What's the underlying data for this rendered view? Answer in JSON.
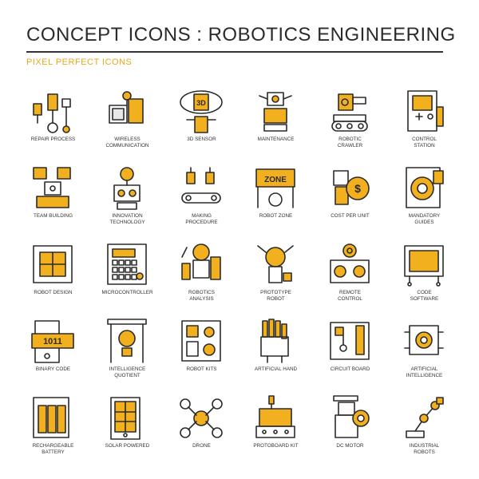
{
  "header": {
    "title": "CONCEPT ICONS : ROBOTICS ENGINEERING",
    "subtitle": "PIXEL PERFECT ICONS",
    "accent_color": "#f2b01e",
    "ink_color": "#2b2b2b"
  },
  "icons": [
    {
      "label": "REPAIR PROCESS",
      "icon": "repair-process-icon"
    },
    {
      "label": "WIRELESS\nCOMMUNICATION",
      "icon": "wireless-communication-icon"
    },
    {
      "label": "3D SENSOR",
      "icon": "3d-sensor-icon",
      "glyph": "3D"
    },
    {
      "label": "MAINTENANCE",
      "icon": "maintenance-icon"
    },
    {
      "label": "ROBOTIC\nCRAWLER",
      "icon": "robotic-crawler-icon"
    },
    {
      "label": "CONTROL\nSTATION",
      "icon": "control-station-icon"
    },
    {
      "label": "TEAM BUILDING",
      "icon": "team-building-icon"
    },
    {
      "label": "INNOVATION\nTECHNOLOGY",
      "icon": "innovation-technology-icon"
    },
    {
      "label": "MAKING\nPROCEDURE",
      "icon": "making-procedure-icon"
    },
    {
      "label": "ROBOT ZONE",
      "icon": "robot-zone-icon",
      "glyph": "ZONE"
    },
    {
      "label": "COST PER UNIT",
      "icon": "cost-per-unit-icon",
      "glyph": "$"
    },
    {
      "label": "MANDATORY\nGUIDES",
      "icon": "mandatory-guides-icon"
    },
    {
      "label": "ROBOT DESIGN",
      "icon": "robot-design-icon"
    },
    {
      "label": "MICROCONTROLLER",
      "icon": "microcontroller-icon"
    },
    {
      "label": "ROBOTICS\nANALYSIS",
      "icon": "robotics-analysis-icon"
    },
    {
      "label": "PROTOTYPE\nROBOT",
      "icon": "prototype-robot-icon"
    },
    {
      "label": "REMOTE\nCONTROL",
      "icon": "remote-control-icon"
    },
    {
      "label": "CODE\nSOFTWARE",
      "icon": "code-software-icon",
      "glyph": "</>"
    },
    {
      "label": "BINARY CODE",
      "icon": "binary-code-icon",
      "glyph": "1011"
    },
    {
      "label": "INTELLIGENCE\nQUOTIENT",
      "icon": "intelligence-quotient-icon"
    },
    {
      "label": "ROBOT KITS",
      "icon": "robot-kits-icon"
    },
    {
      "label": "ARTIFICIAL HAND",
      "icon": "artificial-hand-icon"
    },
    {
      "label": "CIRCUIT BOARD",
      "icon": "circuit-board-icon"
    },
    {
      "label": "ARTIFICIAL\nINTELLIGENCE",
      "icon": "artificial-intelligence-icon"
    },
    {
      "label": "RECHARGEABLE\nBATTERY",
      "icon": "rechargeable-battery-icon"
    },
    {
      "label": "SOLAR POWERED",
      "icon": "solar-powered-icon"
    },
    {
      "label": "DRONE",
      "icon": "drone-icon"
    },
    {
      "label": "PROTOBOARD KIT",
      "icon": "protoboard-kit-icon"
    },
    {
      "label": "DC MOTOR",
      "icon": "dc-motor-icon"
    },
    {
      "label": "INDUSTRIAL\nROBOTS",
      "icon": "industrial-robots-icon"
    }
  ]
}
